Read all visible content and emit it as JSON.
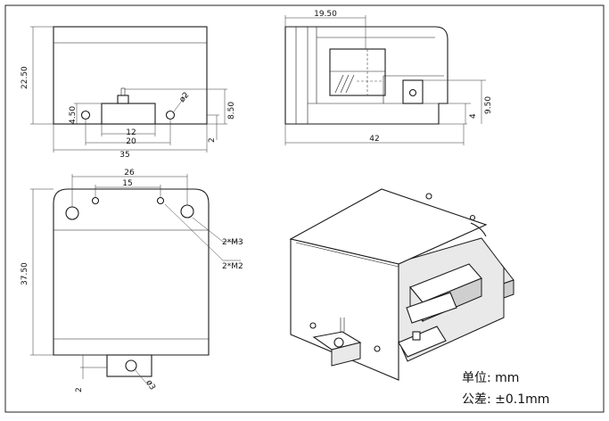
{
  "units": {
    "unit_line": "单位: mm",
    "tolerance_line": "公差: ±0.1mm"
  },
  "front_view": {
    "height": "22.50",
    "width_total": "35",
    "width_20": "20",
    "width_12": "12",
    "hole_dia": "ø2",
    "height_8_50": "8.50",
    "height_4_50": "4.50",
    "offset_2": "2"
  },
  "side_view": {
    "top_length": "19.50",
    "total_length": "42",
    "height_9_50": "9.50",
    "height_4": "4"
  },
  "top_view": {
    "width_26": "26",
    "width_15": "15",
    "height_37_50": "37.50",
    "m3_holes": "2*M3",
    "m2_holes": "2*M2",
    "offset_2": "2",
    "hole_dia": "ø3"
  }
}
